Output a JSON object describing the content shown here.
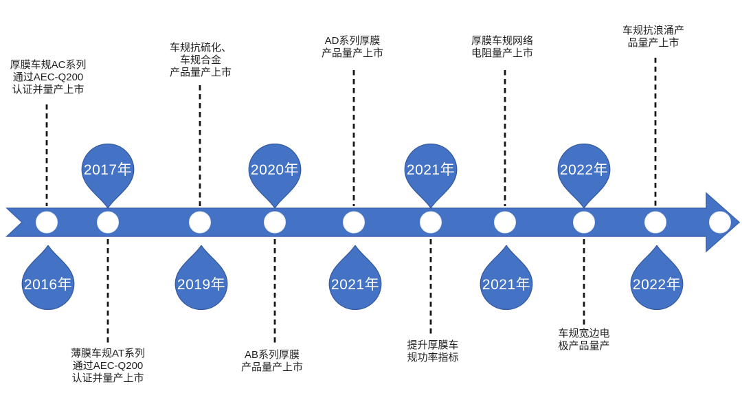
{
  "colors": {
    "accent": "#4472C4",
    "accent_stroke": "#35599f",
    "connector": "#141414",
    "node_fill": "#ffffff",
    "label_text": "#212121",
    "year_text": "#ffffff"
  },
  "timeline": {
    "type": "horizontal-arrow-timeline",
    "direction": "left-to-right",
    "milestones": [
      {
        "year": "2016年",
        "year_side": "bottom",
        "label": "厚膜车规AC系列\n通过AEC-Q200\n认证并量产上市",
        "label_side": "top"
      },
      {
        "year": "2017年",
        "year_side": "top",
        "label": "薄膜车规AT系列\n通过AEC-Q200\n认证并量产上市",
        "label_side": "bottom"
      },
      {
        "year": "2019年",
        "year_side": "bottom",
        "label": "车规抗硫化、\n车规合金\n产品量产上市",
        "label_side": "top"
      },
      {
        "year": "2020年",
        "year_side": "top",
        "label": "AB系列厚膜\n产品量产上市",
        "label_side": "bottom"
      },
      {
        "year": "2021年",
        "year_side": "bottom",
        "label": "AD系列厚膜\n产品量产上市",
        "label_side": "top"
      },
      {
        "year": "2021年",
        "year_side": "top",
        "label": "提升厚膜车\n规功率指标",
        "label_side": "bottom"
      },
      {
        "year": "2021年",
        "year_side": "bottom",
        "label": "厚膜车规网络\n电阻量产上市",
        "label_side": "top"
      },
      {
        "year": "2022年",
        "year_side": "top",
        "label": "车规宽边电\n极产品量产",
        "label_side": "bottom"
      },
      {
        "year": "2022年",
        "year_side": "bottom",
        "label": "车规抗浪涌产\n品量产上市",
        "label_side": "top"
      }
    ]
  }
}
